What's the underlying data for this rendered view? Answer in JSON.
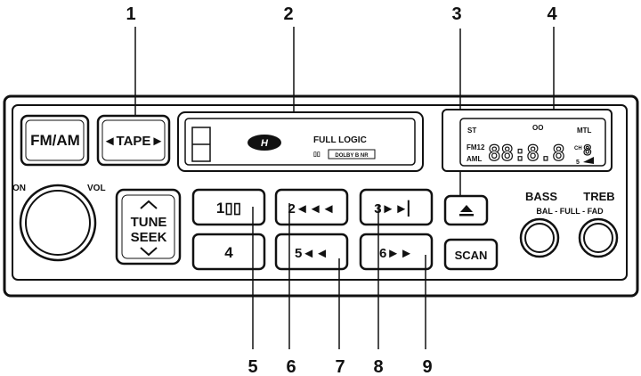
{
  "callouts": [
    "1",
    "2",
    "3",
    "4",
    "5",
    "6",
    "7",
    "8",
    "9"
  ],
  "buttons": {
    "fm_am": "FM/AM",
    "tape": "◄TAPE►",
    "tune_top": "TUNE",
    "tune_bottom": "SEEK",
    "preset_1": "1▯▯",
    "preset_2": "2◄◄◄",
    "preset_3": "3►►▏",
    "preset_4": "4",
    "preset_5": "5◄◄",
    "preset_6": "6►►",
    "eject": "▲",
    "scan": "SCAN"
  },
  "labels": {
    "on": "ON",
    "vol": "VOL",
    "bass": "BASS",
    "treb": "TREB",
    "bal_full_fad": "BAL - FULL - FAD"
  },
  "tape_display": {
    "full_logic": "FULL LOGIC",
    "dolby": "DOLBY B NR",
    "dolby_mark": "▯▯"
  },
  "lcd": {
    "st": "ST",
    "oo": "OO",
    "mtl": "MTL",
    "fm12": "FM12",
    "aml": "AML",
    "ch": "CH",
    "digits": "88:8.8",
    "ch_digit": "8",
    "five": "5"
  },
  "icons": [
    "logo-icon",
    "eject-icon",
    "chevron-up-icon",
    "chevron-down-icon"
  ]
}
